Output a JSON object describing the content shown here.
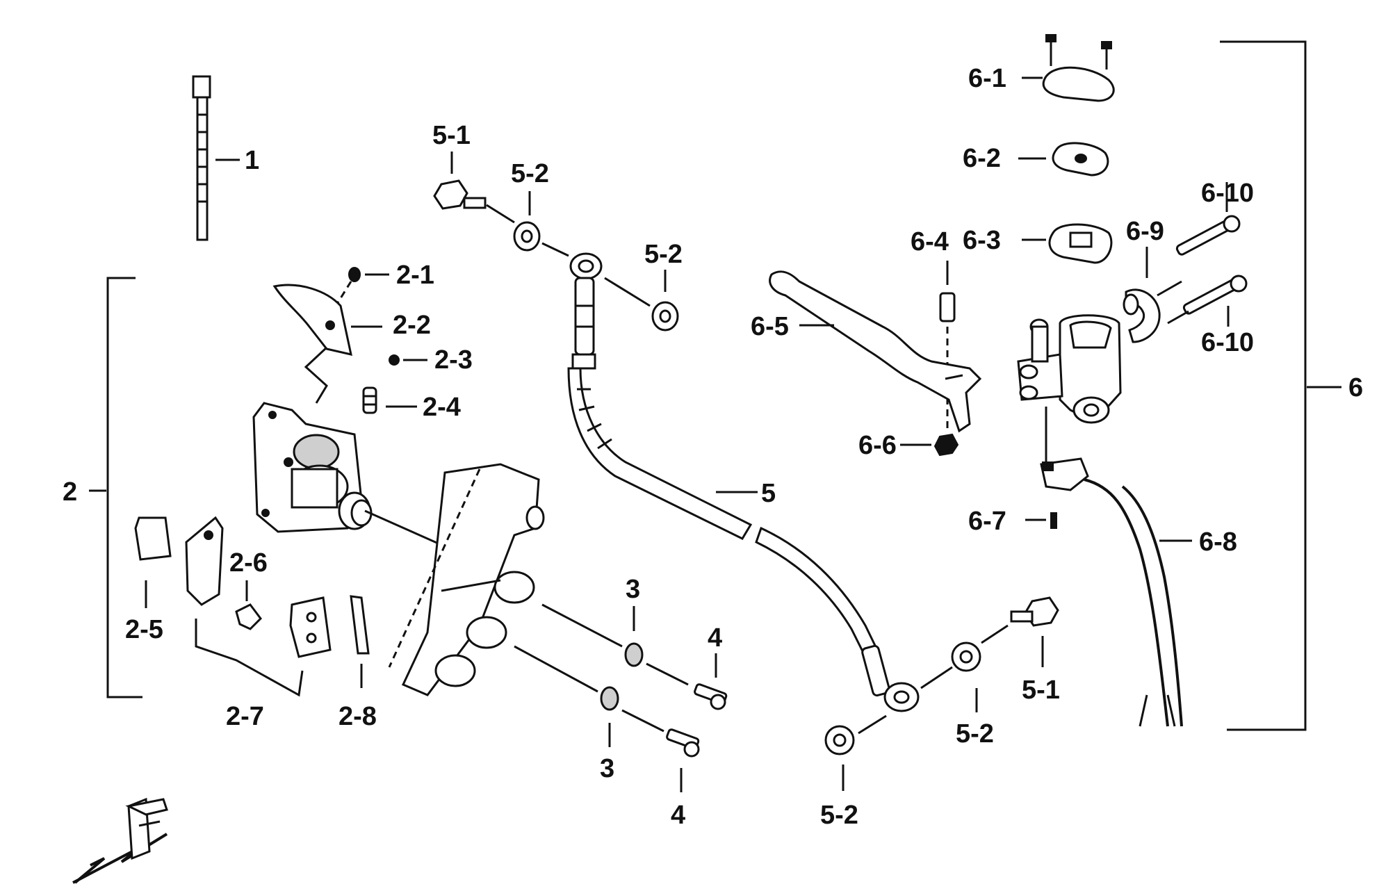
{
  "callouts": {
    "c1": "1",
    "c2": "2",
    "c2_1": "2-1",
    "c2_2": "2-2",
    "c2_3": "2-3",
    "c2_4": "2-4",
    "c2_5": "2-5",
    "c2_6": "2-6",
    "c2_7": "2-7",
    "c2_8": "2-8",
    "c3a": "3",
    "c3b": "3",
    "c4a": "4",
    "c4b": "4",
    "c5": "5",
    "c5_1a": "5-1",
    "c5_1b": "5-1",
    "c5_2a": "5-2",
    "c5_2b": "5-2",
    "c5_2c": "5-2",
    "c5_2d": "5-2",
    "c6": "6",
    "c6_1": "6-1",
    "c6_2": "6-2",
    "c6_3": "6-3",
    "c6_4": "6-4",
    "c6_5": "6-5",
    "c6_6": "6-6",
    "c6_7": "6-7",
    "c6_8": "6-8",
    "c6_9": "6-9",
    "c6_10a": "6-10",
    "c6_10b": "6-10"
  },
  "orientation_mark": "F",
  "colors": {
    "ink": "#111111",
    "paper": "#ffffff",
    "shade": "#cfcfcf"
  }
}
